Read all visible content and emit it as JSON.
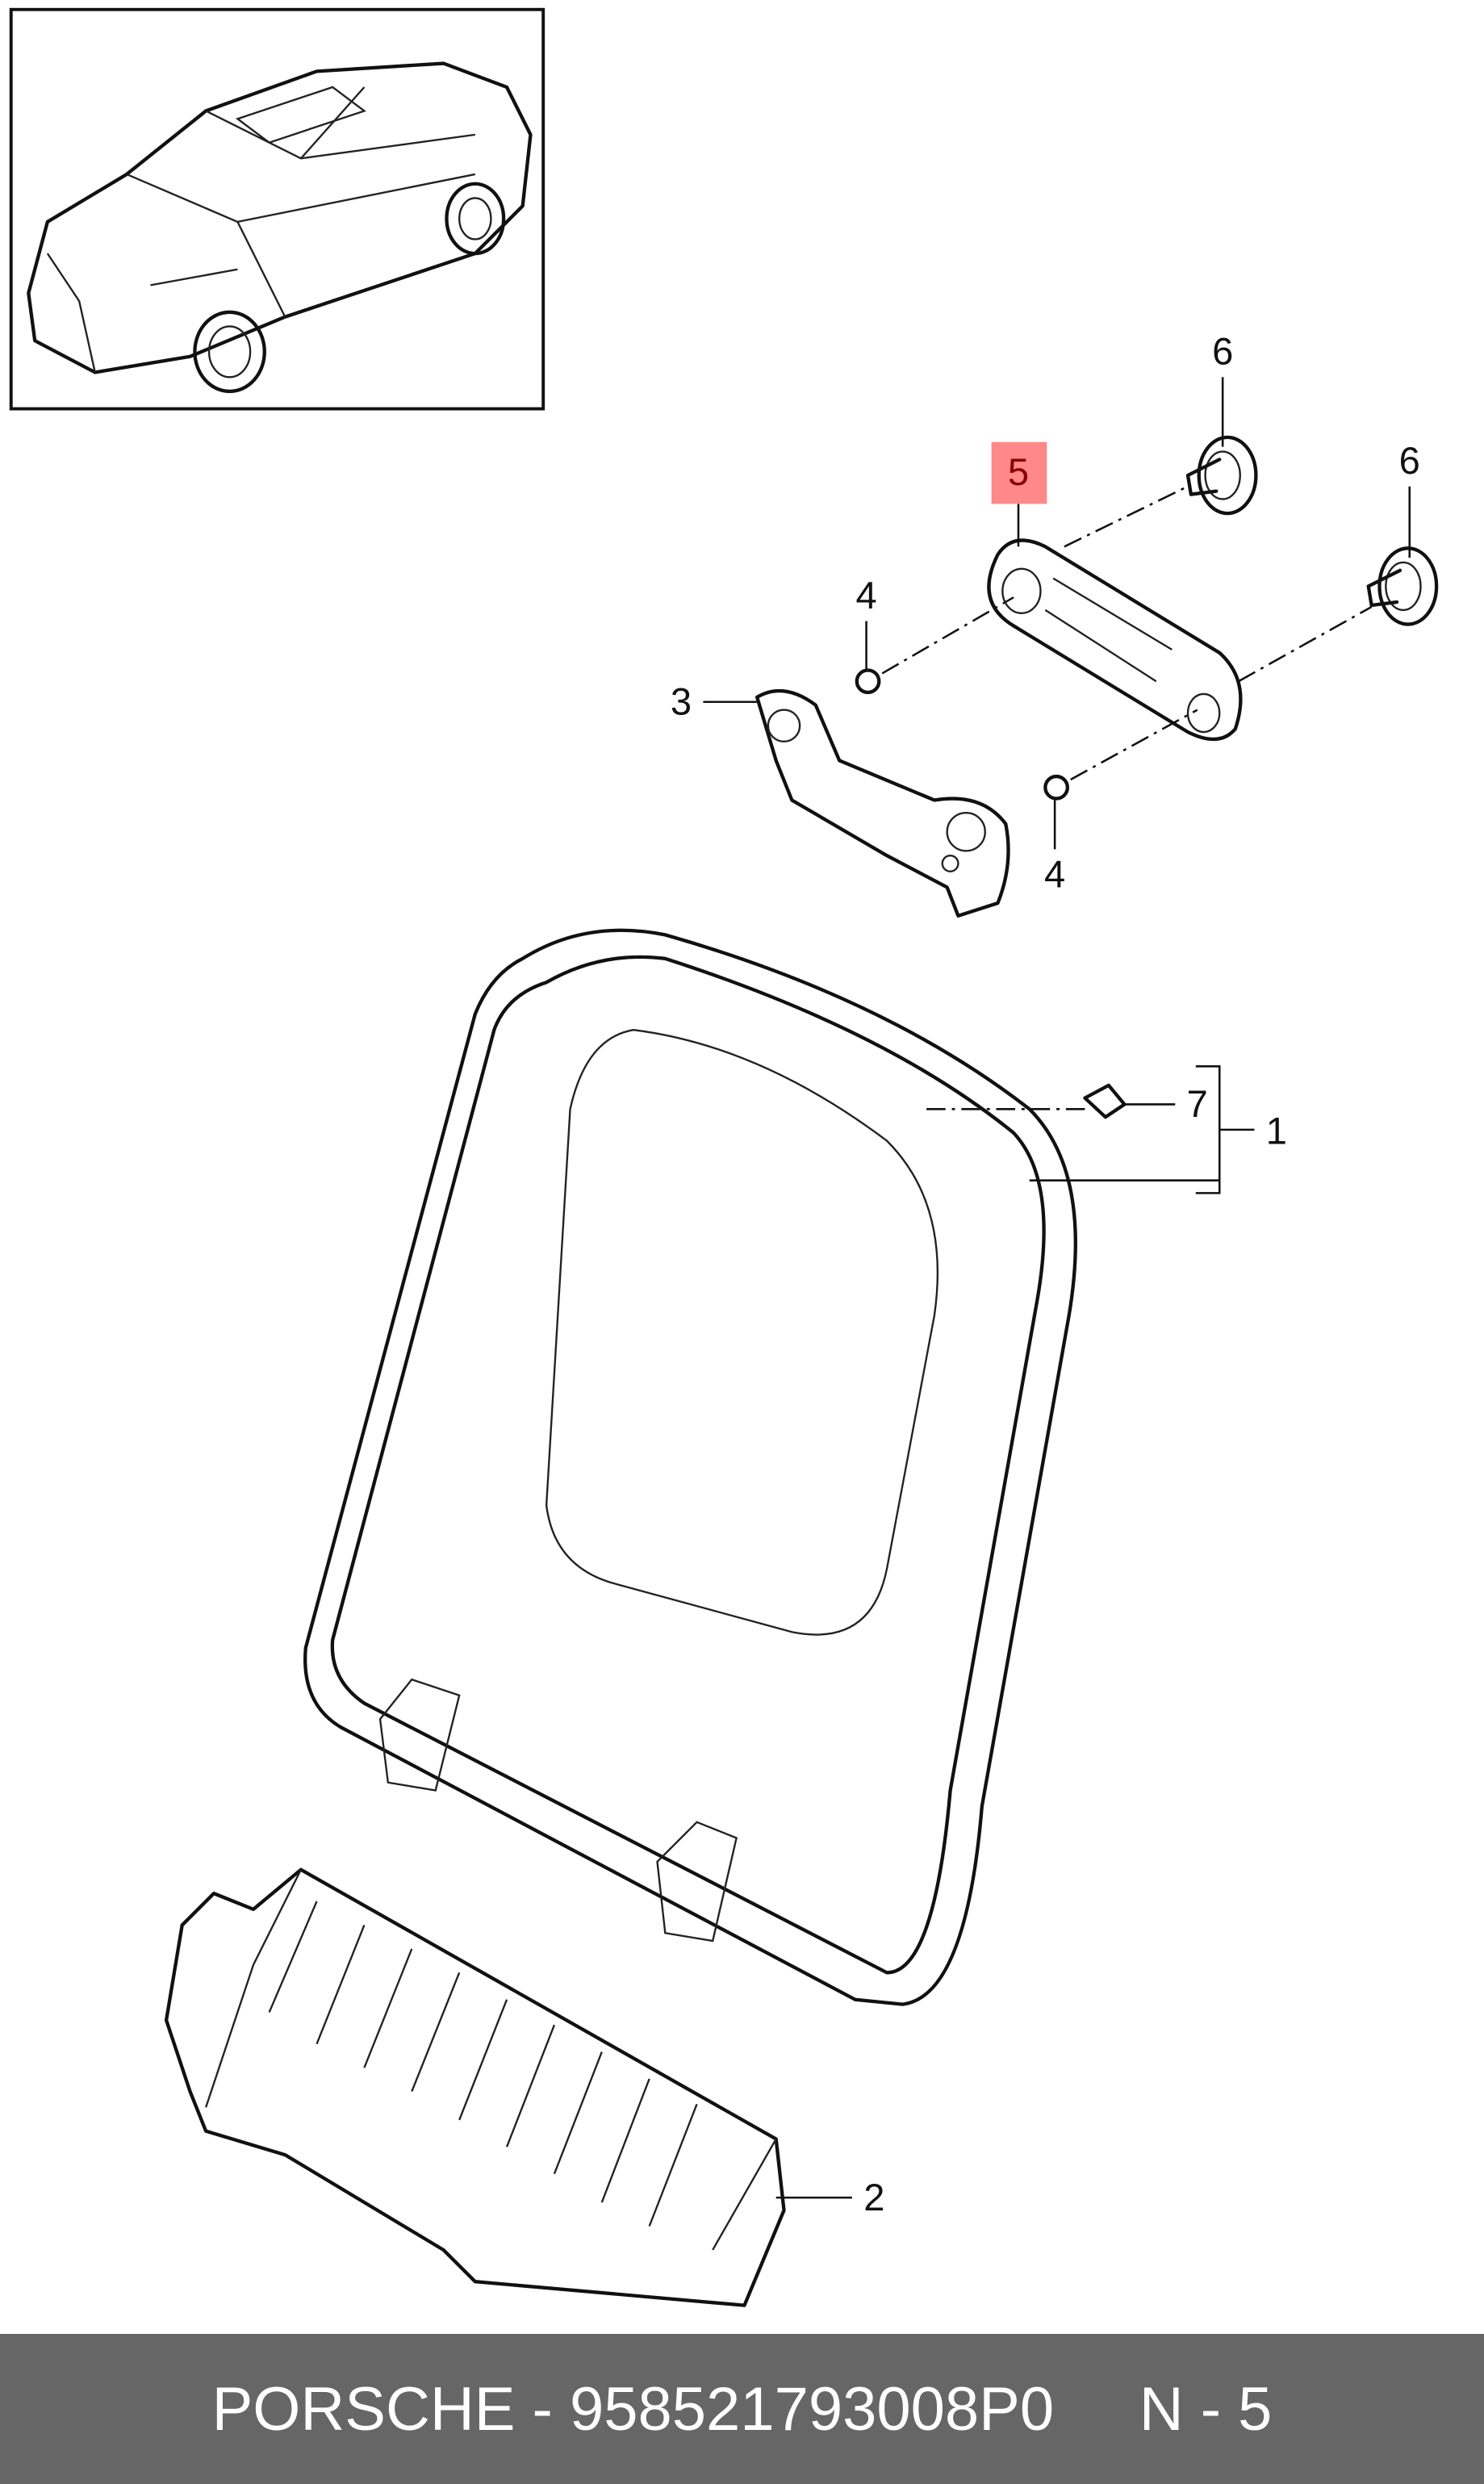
{
  "callouts": {
    "part1": "1",
    "part2": "2",
    "part3": "3",
    "part4a": "4",
    "part4b": "4",
    "part5": "5",
    "part6a": "6",
    "part6b": "6",
    "part7": "7"
  },
  "highlight_color": "#ff8888",
  "footer": {
    "brand": "PORSCHE",
    "separator": " - ",
    "part_number": "958521793008P0",
    "gap": "     ",
    "page": "N - 5"
  }
}
